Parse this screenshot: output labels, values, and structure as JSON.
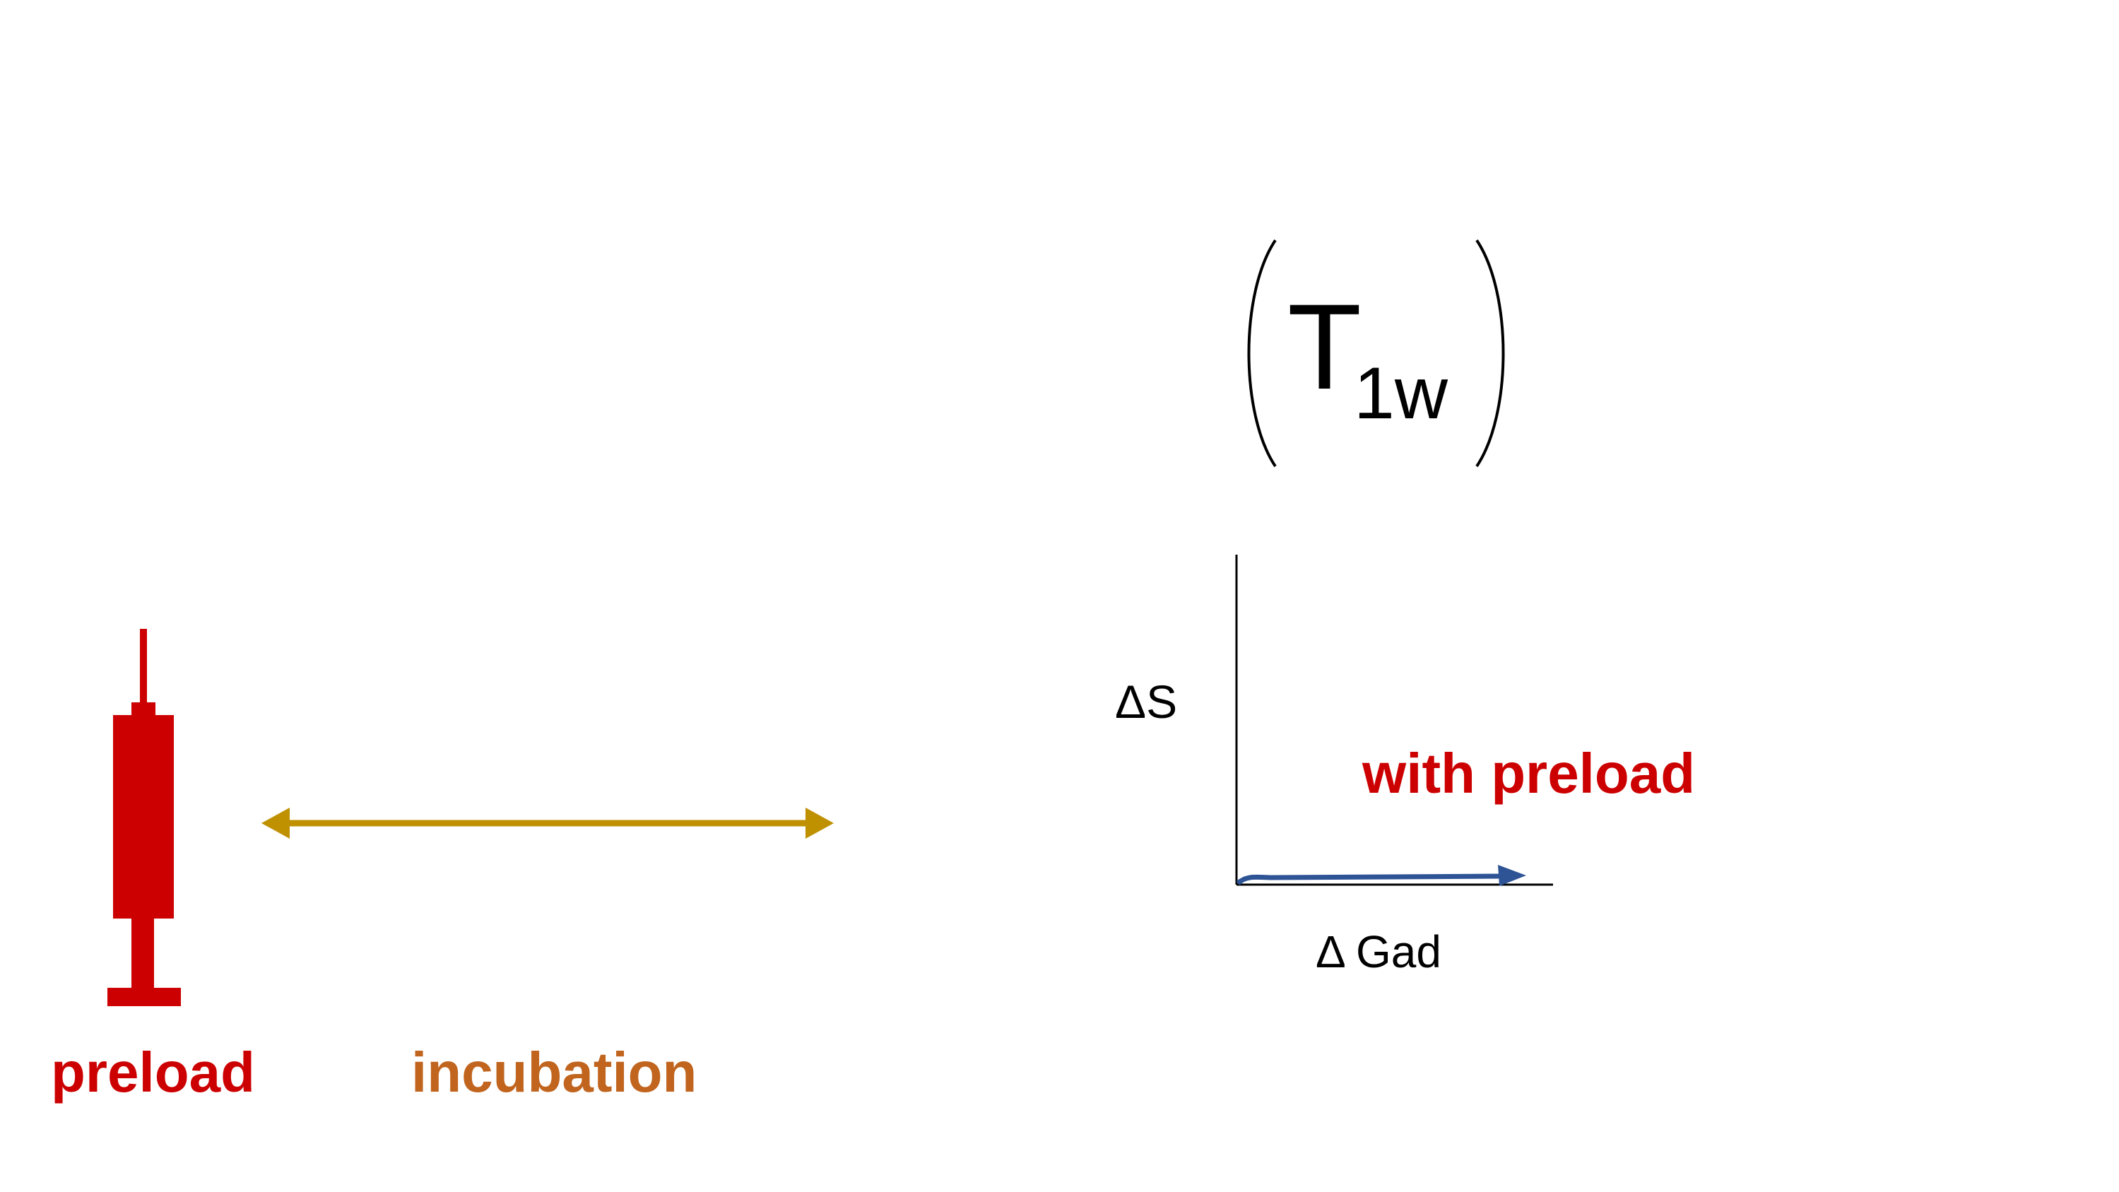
{
  "colors": {
    "syringe": "#CC0000",
    "preload_text": "#CC0000",
    "incubation_text": "#C0641E",
    "incubation_arrow": "#BF9000",
    "with_preload_text": "#CC0000",
    "curve_arrow": "#2E5496",
    "axes": "#000000"
  },
  "icons": {
    "syringe": "syringe-icon",
    "incubation_arrow": "double-headed-arrow-icon"
  },
  "labels": {
    "preload": "preload",
    "incubation": "incubation",
    "with_preload": "with preload",
    "delta_s": "ΔS",
    "delta_gad": "Δ Gad",
    "t1w_main": "T",
    "t1w_sub": "1w"
  }
}
